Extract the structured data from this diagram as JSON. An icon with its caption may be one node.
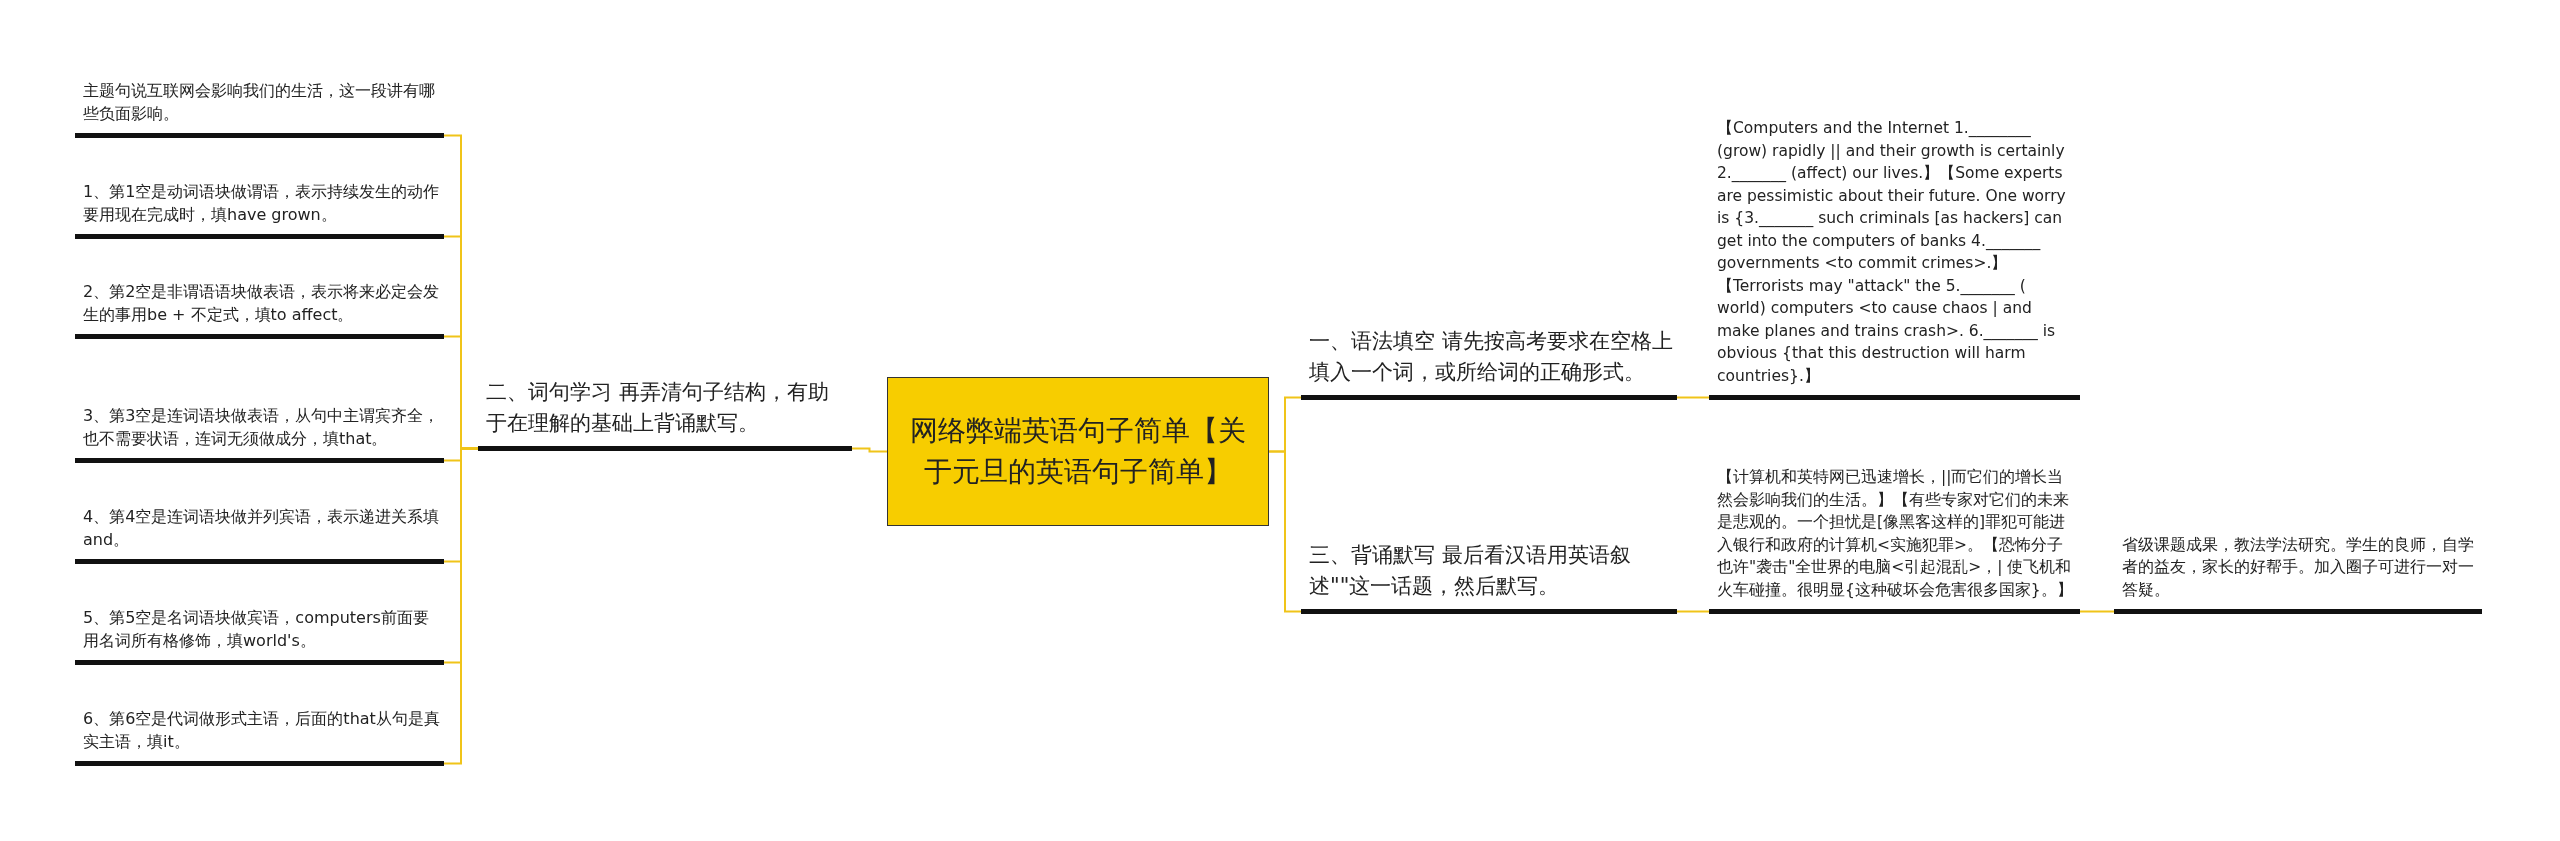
{
  "diagram": {
    "nodes": [
      {
        "text": [
          "网络弊端英语句子简单【关于元旦的英语句子简单】"
        ]
      },
      {
        "text": [
          "二、词句学习 再弄清句子结构，有助于在理解的基础上背诵默写。"
        ]
      },
      {
        "text": [
          "主题句说互联网会影响我们的生活，这一段讲有哪些负面影响。"
        ]
      },
      {
        "text": [
          "1、第1空是动词语块做谓语，表示持续发生的动作要用现在完成时，填have grown。"
        ]
      },
      {
        "text": [
          "2、第2空是非谓语语块做表语，表示将来必定会发生的事用be + 不定式，填to affect。"
        ]
      },
      {
        "text": [
          "3、第3空是连词语块做表语，从句中主谓宾齐全，也不需要状语，连词无须做成分，填that。"
        ]
      },
      {
        "text": [
          "4、第4空是连词语块做并列宾语，表示递进关系填and。"
        ]
      },
      {
        "text": [
          "5、第5空是名词语块做宾语，computers前面要用名词所有格修饰，填world's。"
        ]
      },
      {
        "text": [
          "6、第6空是代词做形式主语，后面的that从句是真实主语，填it。"
        ]
      },
      {
        "text": [
          "一、语法填空 请先按高考要求在空格上填入一个词，或所给词的正确形式。"
        ]
      },
      {
        "text": [
          "【Computers and the Internet 1.________ (grow) rapidly || and their growth is certainly 2._______ (affect) our lives.】【Some experts are pessimistic about their future. One worry is {3._______ such criminals [as hackers] can get into the computers of banks 4._______ governments <to commit crimes>.】【Terrorists may \"attack\" the 5._______ ( world) computers <to cause chaos | and make planes and trains crash>. 6._______ is obvious {that this destruction will harm countries}.】"
        ]
      },
      {
        "text": [
          "三、背诵默写 最后看汉语用英语叙述\"\"这一话题，然后默写。"
        ]
      },
      {
        "text": [
          "【计算机和英特网已迅速增长，||而它们的增长当然会影响我们的生活。】【有些专家对它们的未来是悲观的。一个担忧是[像黑客这样的]罪犯可能进入银行和政府的计算机<实施犯罪>。【恐怖分子也许\"袭击\"全世界的电脑<引起混乱>，| 使飞机和火车碰撞。很明显{这种破坏会危害很多国家}。】"
        ]
      },
      {
        "text": [
          "省级课题成果，教法学法研究。学生的良师，自学者的益友，家长的好帮手。加入圈子可进行一对一答疑。"
        ]
      }
    ],
    "edges": [
      {
        "from": 0,
        "to": 1,
        "arrow": "none"
      },
      {
        "from": 1,
        "to": 2,
        "arrow": "none"
      },
      {
        "from": 1,
        "to": 3,
        "arrow": "none"
      },
      {
        "from": 1,
        "to": 4,
        "arrow": "none"
      },
      {
        "from": 1,
        "to": 5,
        "arrow": "none"
      },
      {
        "from": 1,
        "to": 6,
        "arrow": "none"
      },
      {
        "from": 1,
        "to": 7,
        "arrow": "none"
      },
      {
        "from": 1,
        "to": 8,
        "arrow": "none"
      },
      {
        "from": 0,
        "to": 9,
        "arrow": "none"
      },
      {
        "from": 9,
        "to": 10,
        "arrow": "none"
      },
      {
        "from": 0,
        "to": 11,
        "arrow": "none"
      },
      {
        "from": 11,
        "to": 12,
        "arrow": "none"
      },
      {
        "from": 12,
        "to": 13,
        "arrow": "none"
      }
    ]
  }
}
